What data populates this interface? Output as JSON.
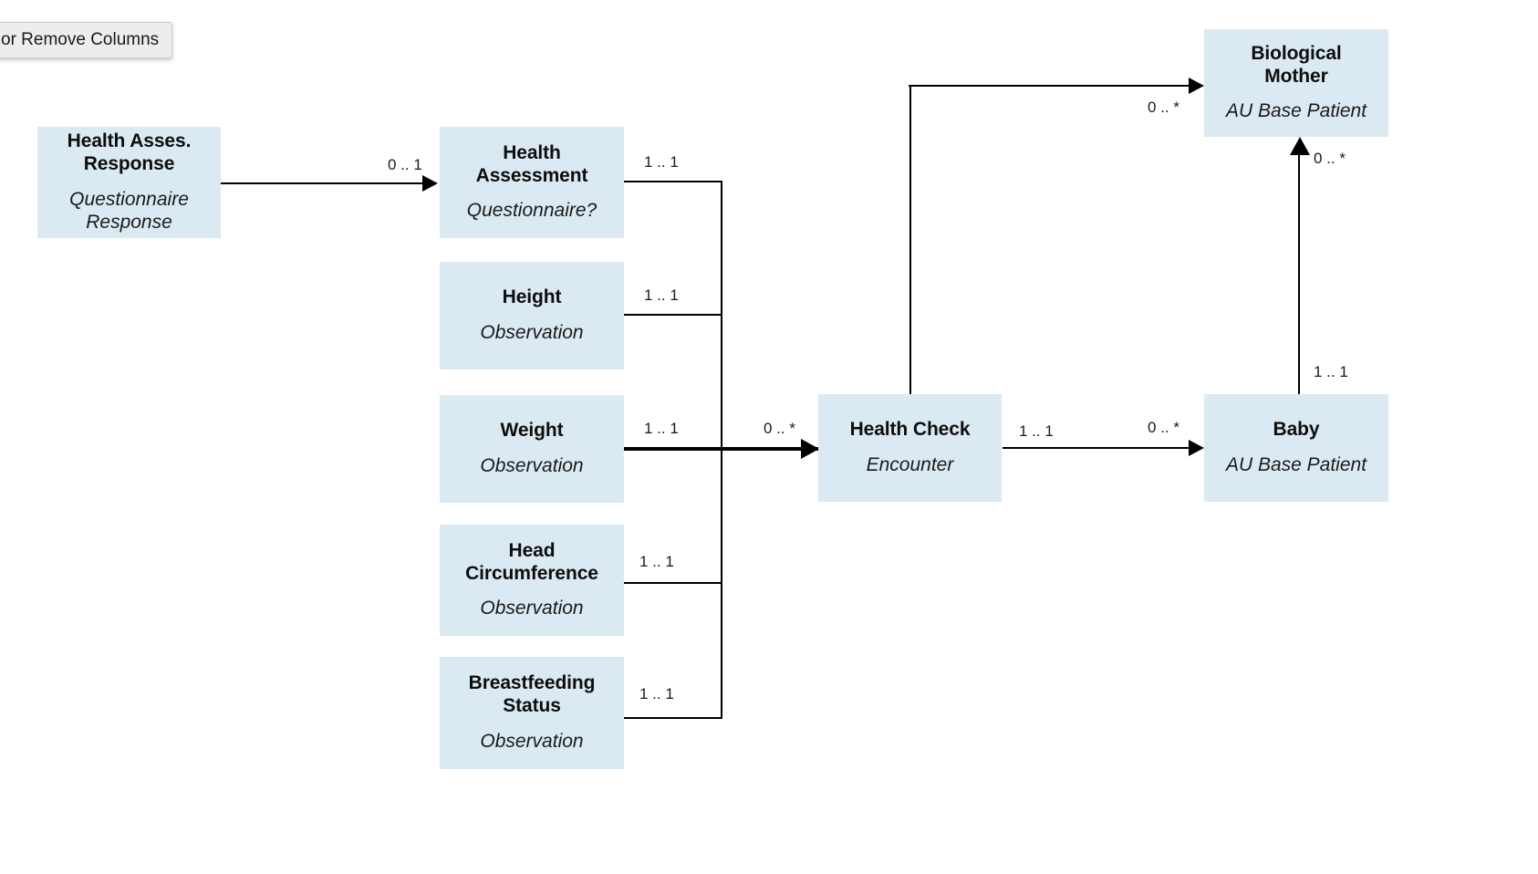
{
  "toolbar": {
    "chip_label": "or Remove Columns"
  },
  "diagram": {
    "type": "entity-relationship",
    "node_fill": "#dbeaf2",
    "edge_color": "#000000",
    "nodes": [
      {
        "id": "health-asses-response",
        "title": "Health Asses.\nResponse",
        "subtitle": "Questionnaire\nResponse"
      },
      {
        "id": "health-assessment",
        "title": "Health\nAssessment",
        "subtitle": "Questionnaire?"
      },
      {
        "id": "height",
        "title": "Height",
        "subtitle": "Observation"
      },
      {
        "id": "weight",
        "title": "Weight",
        "subtitle": "Observation"
      },
      {
        "id": "head-circumference",
        "title": "Head\nCircumference",
        "subtitle": "Observation"
      },
      {
        "id": "breastfeeding-status",
        "title": "Breastfeeding\nStatus",
        "subtitle": "Observation"
      },
      {
        "id": "health-check",
        "title": "Health Check",
        "subtitle": "Encounter"
      },
      {
        "id": "biological-mother",
        "title": "Biological\nMother",
        "subtitle": "AU Base Patient"
      },
      {
        "id": "baby",
        "title": "Baby",
        "subtitle": "AU Base Patient"
      }
    ],
    "edges": [
      {
        "id": "response-to-assessment",
        "from": "health-asses-response",
        "to": "health-assessment",
        "label": "0 .. 1"
      },
      {
        "id": "assessment-to-spine",
        "from": "health-assessment",
        "to": "health-check",
        "label": "1 .. 1"
      },
      {
        "id": "height-to-spine",
        "from": "height",
        "to": "health-check",
        "label": "1 .. 1"
      },
      {
        "id": "weight-to-spine",
        "from": "weight",
        "to": "health-check",
        "label": "1 .. 1"
      },
      {
        "id": "headcirc-to-spine",
        "from": "head-circumference",
        "to": "health-check",
        "label": "1 .. 1"
      },
      {
        "id": "breastfeeding-to-spine",
        "from": "breastfeeding-status",
        "to": "health-check",
        "label": "1 .. 1"
      },
      {
        "id": "spine-to-healthcheck",
        "from": "observations",
        "to": "health-check",
        "label": "0 .. *"
      },
      {
        "id": "healthcheck-to-mother",
        "from": "health-check",
        "to": "biological-mother",
        "label": "0 .. *"
      },
      {
        "id": "healthcheck-to-baby-src",
        "from": "health-check",
        "to": "baby",
        "label": "1 .. 1"
      },
      {
        "id": "healthcheck-to-baby-tgt",
        "from": "health-check",
        "to": "baby",
        "label": "0 .. *"
      },
      {
        "id": "baby-to-mother-src",
        "from": "baby",
        "to": "biological-mother",
        "label": "1 .. 1"
      },
      {
        "id": "baby-to-mother-tgt",
        "from": "baby",
        "to": "biological-mother",
        "label": "0 .. *"
      }
    ]
  }
}
